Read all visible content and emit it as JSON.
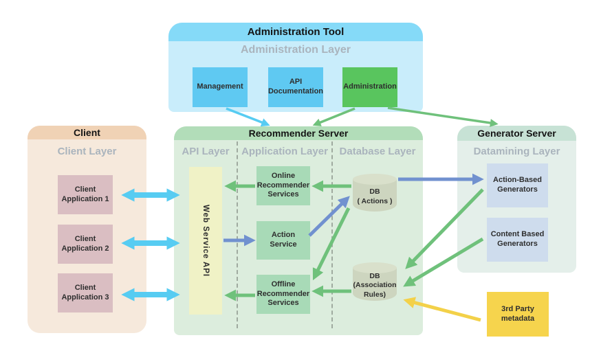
{
  "admin_tool": {
    "title": "Administration Tool",
    "layer": "Administration Layer",
    "management": "Management",
    "api_documentation": "API\nDocumentation",
    "administration": "Administration"
  },
  "client": {
    "title": "Client",
    "layer": "Client Layer",
    "apps": [
      "Client\nApplication 1",
      "Client\nApplication 2",
      "Client\nApplication 3"
    ]
  },
  "recommender": {
    "title": "Recommender Server",
    "layers": [
      "API Layer",
      "Application Layer",
      "Database Layer"
    ],
    "web_service_api": "Web Service API",
    "online": "Online\nRecommender\nServices",
    "action": "Action\nService",
    "offline": "Offline\nRecommender\nServices",
    "db_actions": "DB\n( Actions )",
    "db_association": "DB\n(Association\nRules)"
  },
  "generator": {
    "title": "Generator Server",
    "layer": "Datamining Layer",
    "action_based": "Action-Based\nGenerators",
    "content_based": "Content Based\nGenerators"
  },
  "third_party": {
    "label": "3rd Party\nmetadata"
  },
  "colors": {
    "admin_body": "#C9EDFB",
    "admin_header": "#85DAF8",
    "admin_box_blue": "#5FC9F2",
    "admin_box_green": "#59C55E",
    "client_body": "#F6E9DC",
    "client_header": "#F0D2B5",
    "client_box": "#DABEC2",
    "recommender_body": "#DCEDDD",
    "recommender_header": "#B2DDB9",
    "service_box": "#A8DAB7",
    "api_box": "#F0F2C6",
    "db_cylinder": "#CDD5BF",
    "generator_body": "#E4EFEA",
    "generator_header": "#C7E2D5",
    "generator_box": "#CEDCED",
    "third_party_box": "#F6D44D",
    "arrow_cyan": "#57CCF2",
    "arrow_green": "#6FC17B",
    "arrow_blue": "#7191CF",
    "arrow_yellow": "#F3D149",
    "layer_text": "#AAB4BD"
  }
}
